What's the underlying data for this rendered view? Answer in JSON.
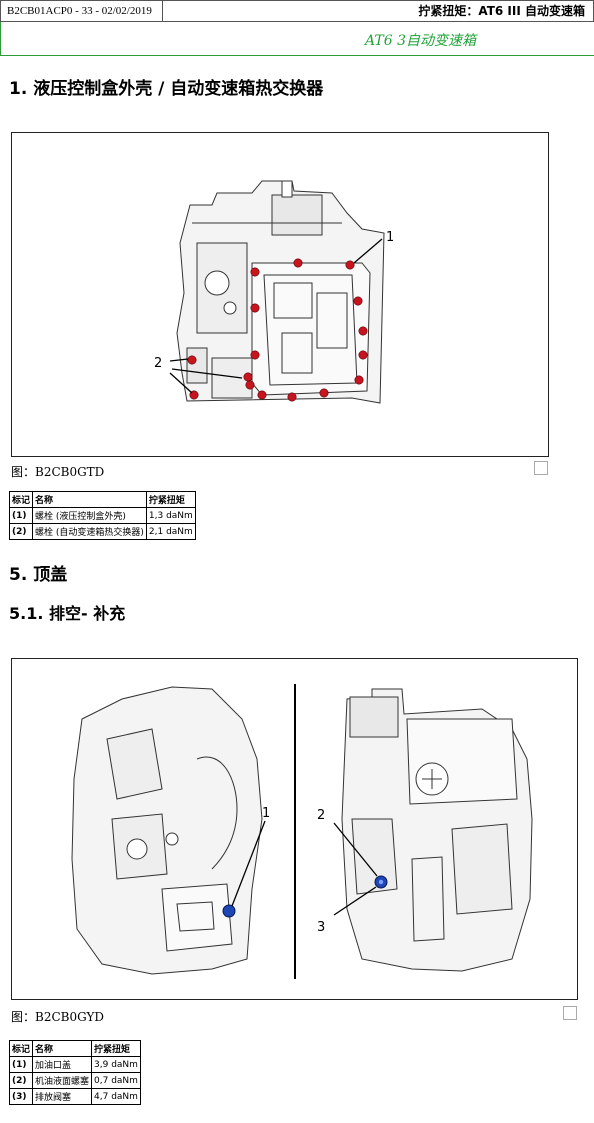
{
  "header": {
    "left": "B2CB01ACP0 - 33 - 02/02/2019",
    "right": "拧紧扭矩：AT6 III 自动变速箱",
    "model": "AT6 3自动变速箱"
  },
  "section1": {
    "title": "1. 液压控制盒外壳 / 自动变速箱热交换器",
    "figure": {
      "callouts": [
        "1",
        "2"
      ],
      "caption": "图：B2CB0GTD"
    },
    "table": {
      "headers": [
        "标记",
        "名称",
        "拧紧扭矩"
      ],
      "rows": [
        [
          "(1)",
          "螺栓 (液压控制盒外壳)",
          "1,3 daNm"
        ],
        [
          "(2)",
          "螺栓 (自动变速箱热交换器)",
          "2,1 daNm"
        ]
      ]
    }
  },
  "section5": {
    "title": "5. 顶盖"
  },
  "section51": {
    "title": "5.1. 排空- 补充",
    "figure": {
      "callouts": [
        "1",
        "2",
        "3"
      ],
      "caption": "图：B2CB0GYD"
    },
    "table": {
      "headers": [
        "标记",
        "名称",
        "拧紧扭矩"
      ],
      "rows": [
        [
          "(1)",
          "加油口盖",
          "3,9 daNm"
        ],
        [
          "(2)",
          "机油液面螺塞",
          "0,7 daNm"
        ],
        [
          "(3)",
          "排放阀塞",
          "4,7 daNm"
        ]
      ]
    }
  },
  "colors": {
    "accent_green": "#21a33a",
    "bolt_red": "#c8141e",
    "plug_blue": "#1e46b4"
  }
}
